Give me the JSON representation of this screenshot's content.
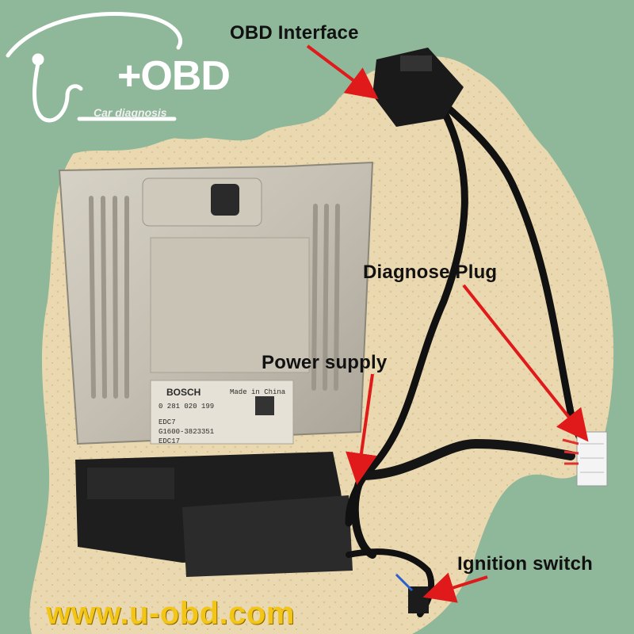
{
  "logo": {
    "brand": "+OBD",
    "tagline": "Car diagnosis"
  },
  "labels": {
    "obd_interface": "OBD Interface",
    "diagnose_plug": "Diagnose Plug",
    "power_supply": "Power supply",
    "ignition_switch": "Ignition switch"
  },
  "website": "www.u-obd.com",
  "ecu": {
    "brand": "BOSCH",
    "part_number": "0 281 020 199",
    "origin": "Made in China",
    "code1": "EDC7",
    "code2": "G1600-3823351",
    "code3": "EDC17"
  },
  "colors": {
    "background": "#8fb79a",
    "parchment": "#ead9b0",
    "arrow": "#e01a1a",
    "website": "#f2c516",
    "logo": "#ffffff"
  }
}
